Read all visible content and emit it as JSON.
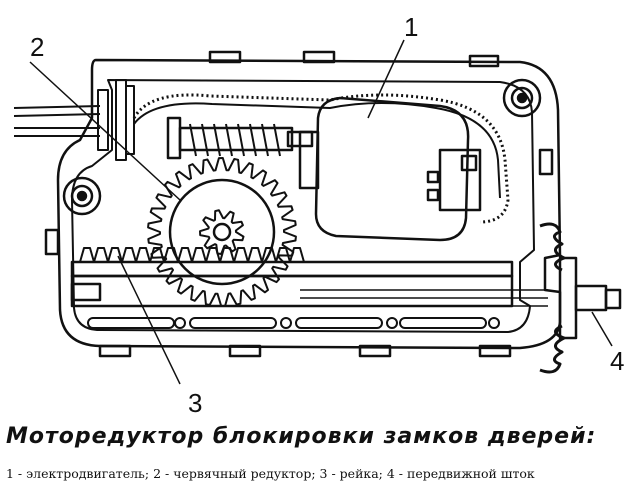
{
  "labels": {
    "l1": "1",
    "l2": "2",
    "l3": "3",
    "l4": "4"
  },
  "title": "Моторедуктор блокировки замков дверей:",
  "legend": [
    {
      "num": "1",
      "text": "электродвигатель"
    },
    {
      "num": "2",
      "text": "червячный редуктор"
    },
    {
      "num": "3",
      "text": "рейка"
    },
    {
      "num": "4",
      "text": "передвижной шток"
    }
  ],
  "colors": {
    "ink": "#111111",
    "paper": "#ffffff"
  }
}
